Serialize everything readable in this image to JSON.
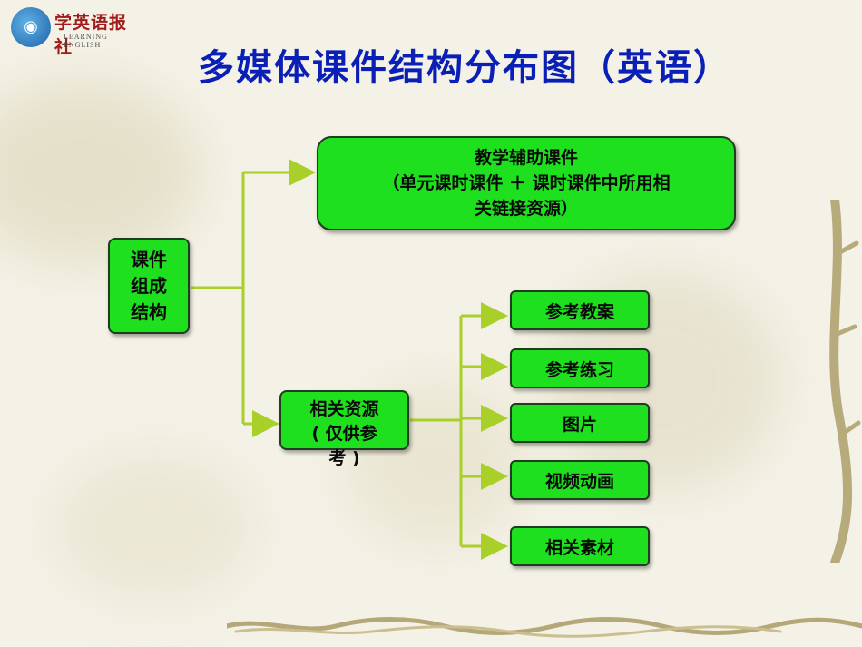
{
  "logo": {
    "icon": "globe-logo-icon",
    "name": "学英语报社",
    "subtitle": "LEARNING ENGLISH"
  },
  "title": "多媒体课件结构分布图（英语）",
  "colors": {
    "title": "#0a1fb5",
    "node_fill": "#1ee01e",
    "connector": "#a8d028",
    "background": "#f4f1e6"
  },
  "diagram": {
    "root": {
      "lines": [
        "课件",
        "组成",
        "结构"
      ]
    },
    "aux": {
      "lines": [
        "教学辅助课件",
        "（单元课时课件  ＋ 课时课件中所用相",
        "关链接资源）"
      ]
    },
    "resources": {
      "lines": [
        "相关资源",
        "( 仅供参",
        "考 )"
      ]
    },
    "leaves": [
      "参考教案",
      "参考练习",
      "图片",
      "视频动画",
      "相关素材"
    ]
  }
}
